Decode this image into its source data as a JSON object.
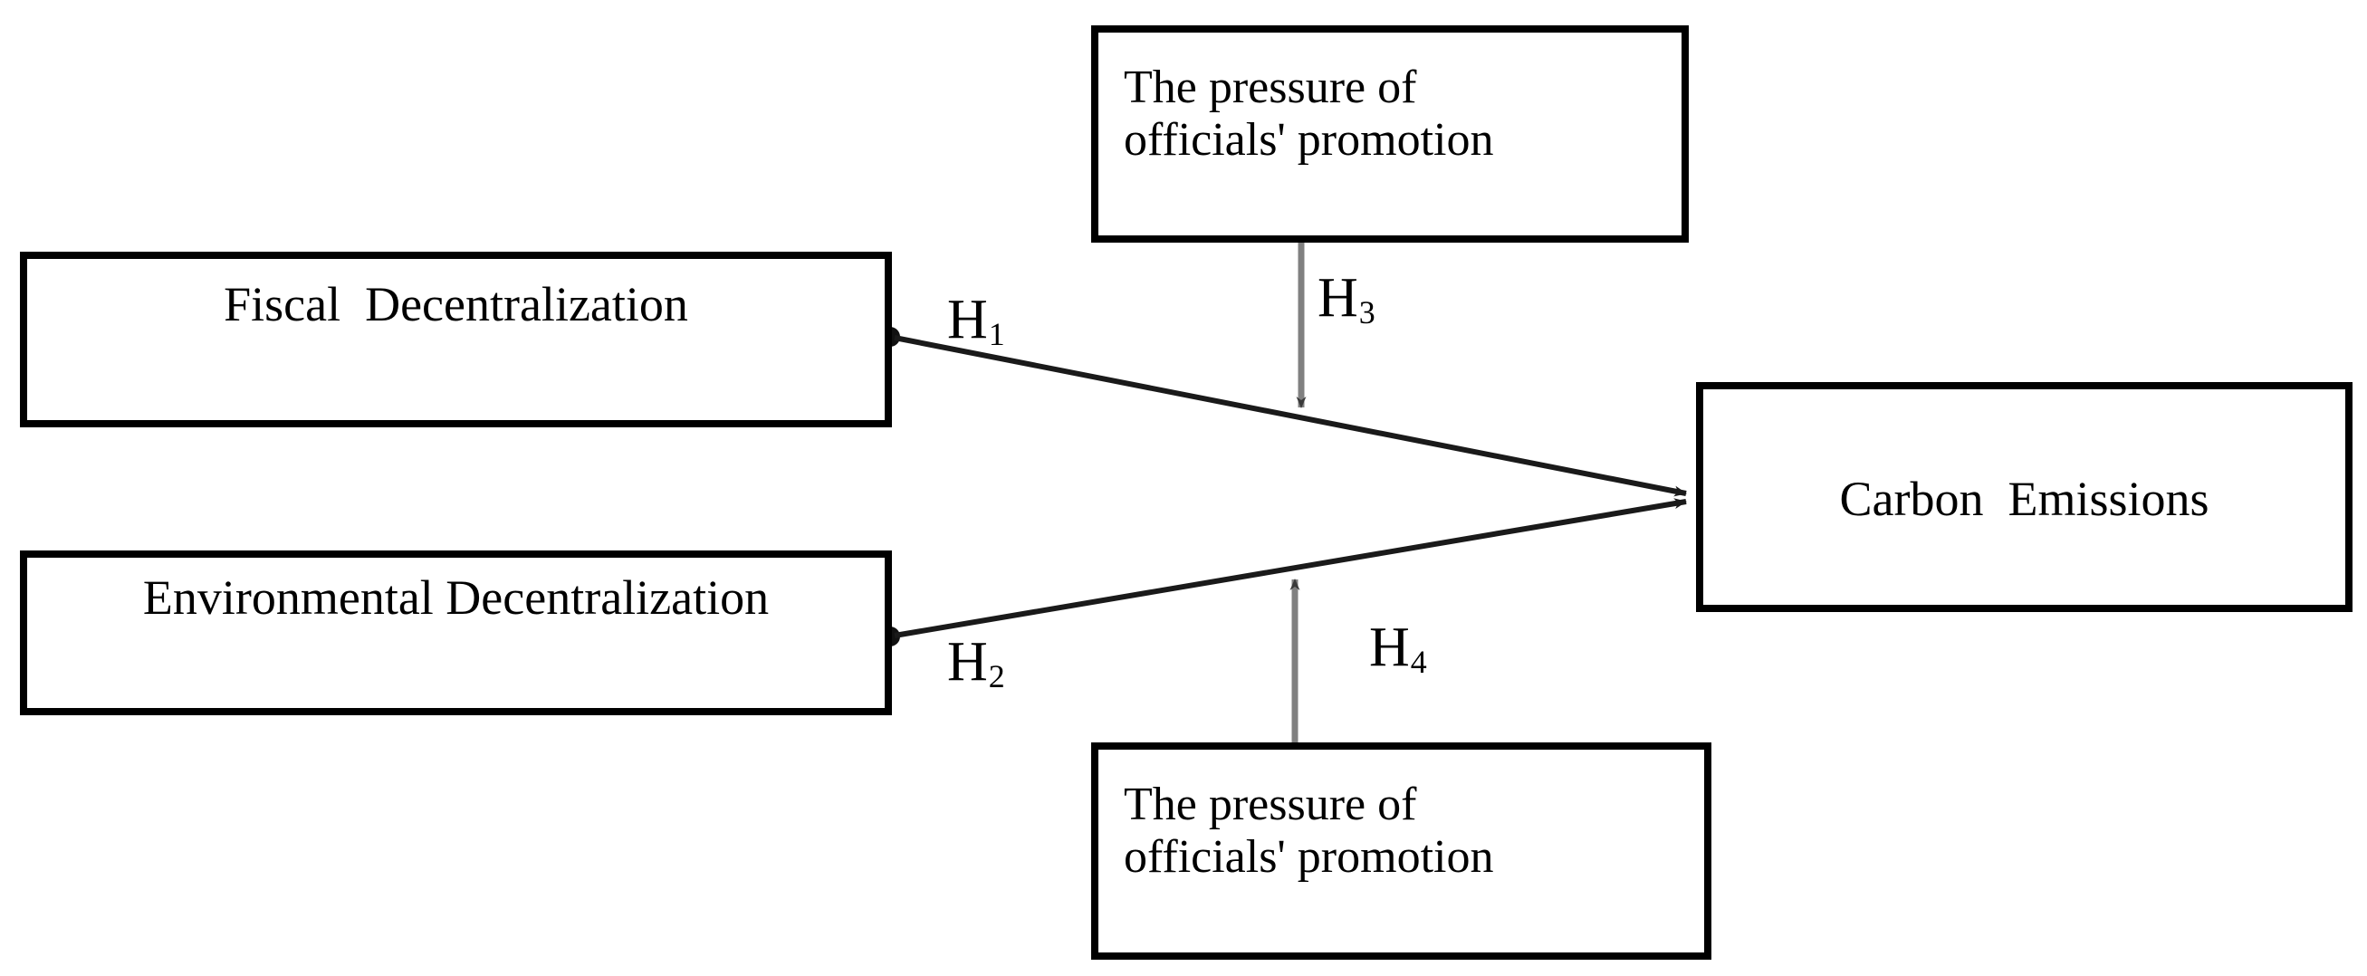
{
  "diagram": {
    "title": "Research framework: fiscal and environmental decentralization effects on carbon emissions",
    "background_color": "#ffffff",
    "box_border_color": "#000000",
    "text_color": "#000000",
    "black_connector_color": "#1a1a1a",
    "gray_connector_color": "#808080",
    "nodes": {
      "fiscal": {
        "label": "Fiscal  Decentralization"
      },
      "environmental": {
        "label": "Environmental Decentralization"
      },
      "pressure_top": {
        "label": "The pressure of\nofficials' promotion"
      },
      "pressure_bottom": {
        "label": "The pressure of\nofficials' promotion"
      },
      "carbon": {
        "label": "Carbon  Emissions"
      }
    },
    "edges": {
      "h1": {
        "label_base": "H",
        "label_sub": "1",
        "from": "fiscal",
        "to": "carbon",
        "style": "black-diagonal-arrow"
      },
      "h2": {
        "label_base": "H",
        "label_sub": "2",
        "from": "environmental",
        "to": "carbon",
        "style": "black-diagonal-arrow"
      },
      "h3": {
        "label_base": "H",
        "label_sub": "3",
        "from": "pressure_top",
        "to": "h1-path",
        "style": "gray-vertical-arrow-down"
      },
      "h4": {
        "label_base": "H",
        "label_sub": "4",
        "from": "pressure_bottom",
        "to": "h2-path",
        "style": "gray-vertical-arrow-up"
      }
    }
  }
}
